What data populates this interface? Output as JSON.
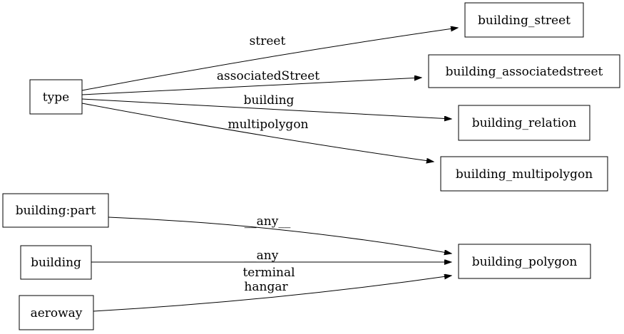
{
  "diagram": {
    "type": "directed-graph",
    "background_color": "#ffffff",
    "stroke_color": "#000000",
    "text_color": "#000000",
    "nodes": {
      "type": "type",
      "building_street": "building_street",
      "building_associatedstreet": "building_associatedstreet",
      "building_relation": "building_relation",
      "building_multipolygon": "building_multipolygon",
      "building_part": "building:part",
      "building": "building",
      "aeroway": "aeroway",
      "building_polygon": "building_polygon"
    },
    "edges": [
      {
        "from": "type",
        "to": "building_street",
        "label": "street"
      },
      {
        "from": "type",
        "to": "building_associatedstreet",
        "label": "associatedStreet"
      },
      {
        "from": "type",
        "to": "building_relation",
        "label": "building"
      },
      {
        "from": "type",
        "to": "building_multipolygon",
        "label": "multipolygon"
      },
      {
        "from": "building:part",
        "to": "building_polygon",
        "label": "__any__"
      },
      {
        "from": "building",
        "to": "building_polygon",
        "label": "__any__"
      },
      {
        "from": "aeroway",
        "to": "building_polygon",
        "labels": [
          "terminal",
          "hangar"
        ]
      }
    ]
  }
}
